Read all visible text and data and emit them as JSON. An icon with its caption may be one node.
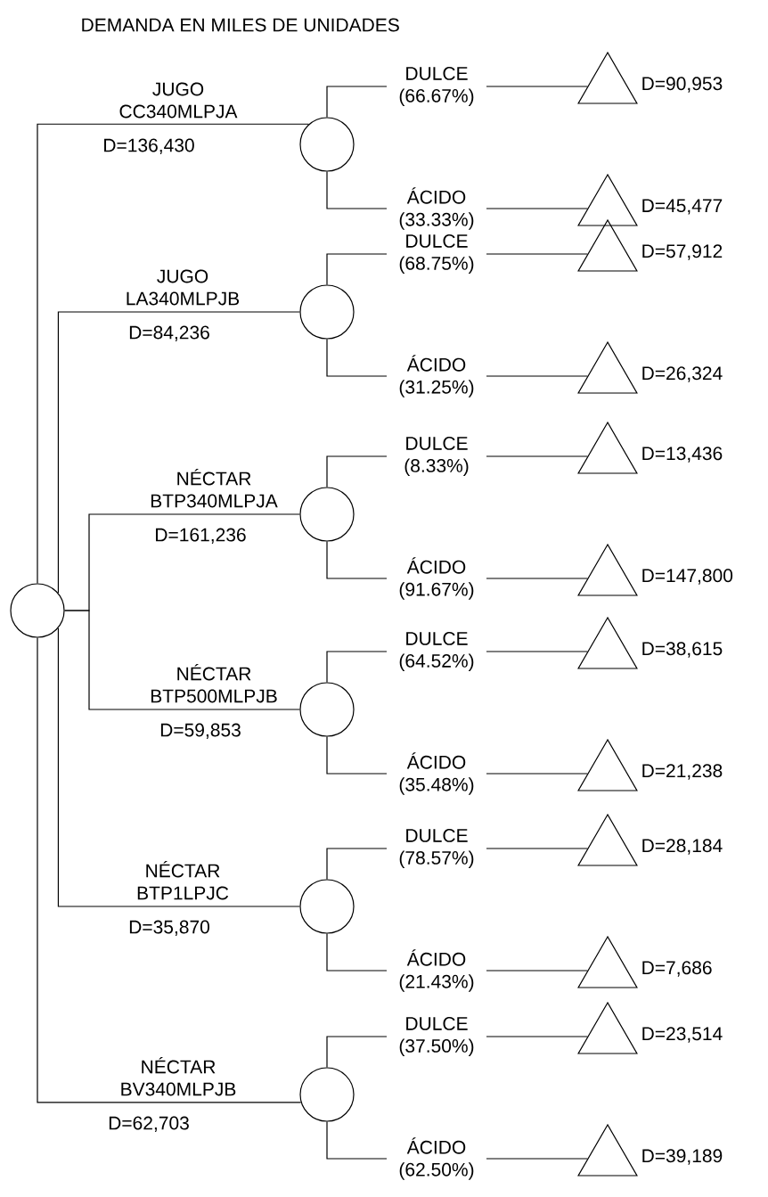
{
  "diagram": {
    "title": "DEMANDA EN MILES DE UNIDADES",
    "nodes": [
      {
        "text": [],
        "shape": "circle"
      },
      {
        "text": [],
        "shape": "circle"
      },
      {
        "text": [],
        "shape": "triangle",
        "beside": [
          "D=90,953"
        ]
      },
      {
        "text": [],
        "shape": "triangle",
        "beside": [
          "D=45,477"
        ]
      },
      {
        "text": [],
        "shape": "circle"
      },
      {
        "text": [],
        "shape": "triangle",
        "beside": [
          "D=57,912"
        ]
      },
      {
        "text": [],
        "shape": "triangle",
        "beside": [
          "D=26,324"
        ]
      },
      {
        "text": [],
        "shape": "circle"
      },
      {
        "text": [],
        "shape": "triangle",
        "beside": [
          "D=13,436"
        ]
      },
      {
        "text": [],
        "shape": "triangle",
        "beside": [
          "D=147,800"
        ]
      },
      {
        "text": [],
        "shape": "circle"
      },
      {
        "text": [],
        "shape": "triangle",
        "beside": [
          "D=38,615"
        ]
      },
      {
        "text": [],
        "shape": "triangle",
        "beside": [
          "D=21,238"
        ]
      },
      {
        "text": [],
        "shape": "circle"
      },
      {
        "text": [],
        "shape": "triangle",
        "beside": [
          "D=28,184"
        ]
      },
      {
        "text": [],
        "shape": "triangle",
        "beside": [
          "D=7,686"
        ]
      },
      {
        "text": [],
        "shape": "circle"
      },
      {
        "text": [],
        "shape": "triangle",
        "beside": [
          "D=23,514"
        ]
      },
      {
        "text": [],
        "shape": "triangle",
        "beside": [
          "D=39,189"
        ]
      }
    ],
    "edges": [
      {
        "from": 0,
        "to": 1,
        "arrow": "none",
        "label": "JUGO CC340MLPJA"
      },
      {
        "from": 1,
        "to": 2,
        "arrow": "none",
        "label": "DULCE (66.67%)"
      },
      {
        "from": 1,
        "to": 3,
        "arrow": "none",
        "label": "ÁCIDO (33.33%)"
      },
      {
        "from": 0,
        "to": 4,
        "arrow": "none",
        "label": "JUGO LA340MLPJB"
      },
      {
        "from": 4,
        "to": 5,
        "arrow": "none",
        "label": "DULCE (68.75%)"
      },
      {
        "from": 4,
        "to": 6,
        "arrow": "none",
        "label": "ÁCIDO (31.25%)"
      },
      {
        "from": 0,
        "to": 7,
        "arrow": "none",
        "label": "NÉCTAR BTP340MLPJA"
      },
      {
        "from": 7,
        "to": 8,
        "arrow": "none",
        "label": "DULCE (8.33%)"
      },
      {
        "from": 7,
        "to": 9,
        "arrow": "none",
        "label": "ÁCIDO (91.67%)"
      },
      {
        "from": 0,
        "to": 10,
        "arrow": "none",
        "label": "NÉCTAR BTP500MLPJB"
      },
      {
        "from": 10,
        "to": 11,
        "arrow": "none",
        "label": "DULCE (64.52%)"
      },
      {
        "from": 10,
        "to": 12,
        "arrow": "none",
        "label": "ÁCIDO (35.48%)"
      },
      {
        "from": 0,
        "to": 13,
        "arrow": "none",
        "label": "NÉCTAR BTP1LPJC"
      },
      {
        "from": 13,
        "to": 14,
        "arrow": "none",
        "label": "DULCE (78.57%)"
      },
      {
        "from": 13,
        "to": 15,
        "arrow": "none",
        "label": "ÁCIDO (21.43%)"
      },
      {
        "from": 0,
        "to": 16,
        "arrow": "none",
        "label": "NÉCTAR BV340MLPJB"
      },
      {
        "from": 16,
        "to": 17,
        "arrow": "none",
        "label": "DULCE (37.50%)"
      },
      {
        "from": 16,
        "to": 18,
        "arrow": "none",
        "label": "ÁCIDO (62.50%)"
      }
    ],
    "labels": [
      "D=136,430",
      "D=84,236",
      "D=161,236",
      "D=59,853",
      "D=35,870",
      "D=62,703"
    ]
  }
}
